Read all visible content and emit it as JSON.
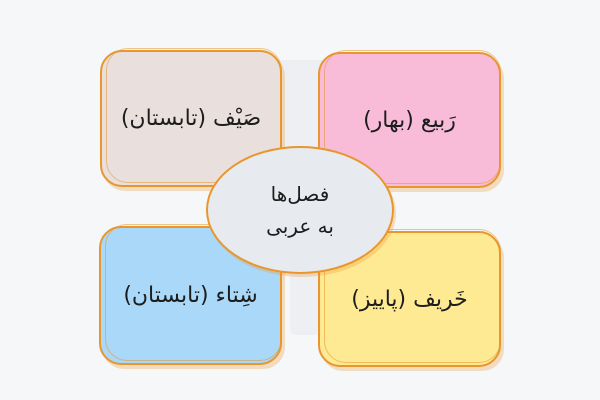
{
  "center": {
    "line1": "فصل‌ها",
    "line2": "به عربی"
  },
  "cards": {
    "top_left": "صَیْف (تابستان)",
    "top_right": "رَبیع (بهار)",
    "bottom_left": "شِتاء (تابستان)",
    "bottom_right": "خَریف (پاییز)"
  },
  "colors": {
    "border": "#e8962e",
    "top_left_fill": "#e9e0dd",
    "top_right_fill": "#f8bcd8",
    "bottom_left_fill": "#a9d8f8",
    "bottom_right_fill": "#ffea94",
    "center_fill": "#e7ebf0",
    "background": "#f6f7f8"
  }
}
